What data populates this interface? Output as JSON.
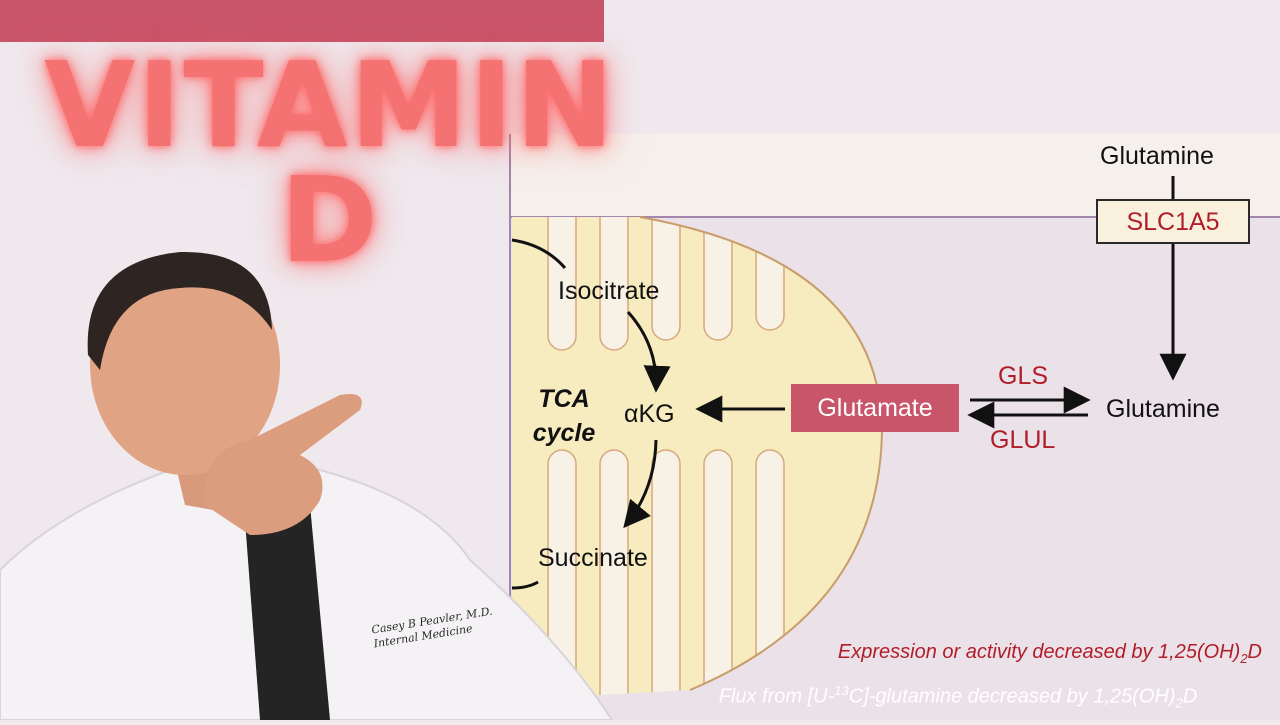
{
  "thumbnail": {
    "title_line1": "VITAMIN",
    "title_line2": "D",
    "coat_name": "Casey B Peavler, M.D.",
    "coat_dept": "Internal Medicine"
  },
  "diagram": {
    "labels": {
      "glutamine_top": "Glutamine",
      "slc1a5": "SLC1A5",
      "glutamine_right": "Glutamine",
      "gls": "GLS",
      "glul": "GLUL",
      "glutamate": "Glutamate",
      "akg_prefix": "α",
      "akg": "KG",
      "isocitrate": "Isocitrate",
      "succinate": "Succinate",
      "tca_line1": "TCA",
      "tca_line2": "cycle"
    },
    "legend": {
      "expression_prefix": "Expression or activity decreased by 1,25(OH)",
      "expression_sub": "2",
      "expression_suffix": "D",
      "flux_prefix": "Flux from [U-",
      "flux_sup": "13",
      "flux_mid": "C]-glutamine decreased by 1,25(OH)",
      "flux_sub": "2",
      "flux_suffix": "D"
    },
    "colors": {
      "enzyme_red": "#b01e2a",
      "highlight_box": "#c9556a",
      "mitochondrion_fill": "#f6ecc0",
      "title_glow": "#f47272"
    }
  }
}
